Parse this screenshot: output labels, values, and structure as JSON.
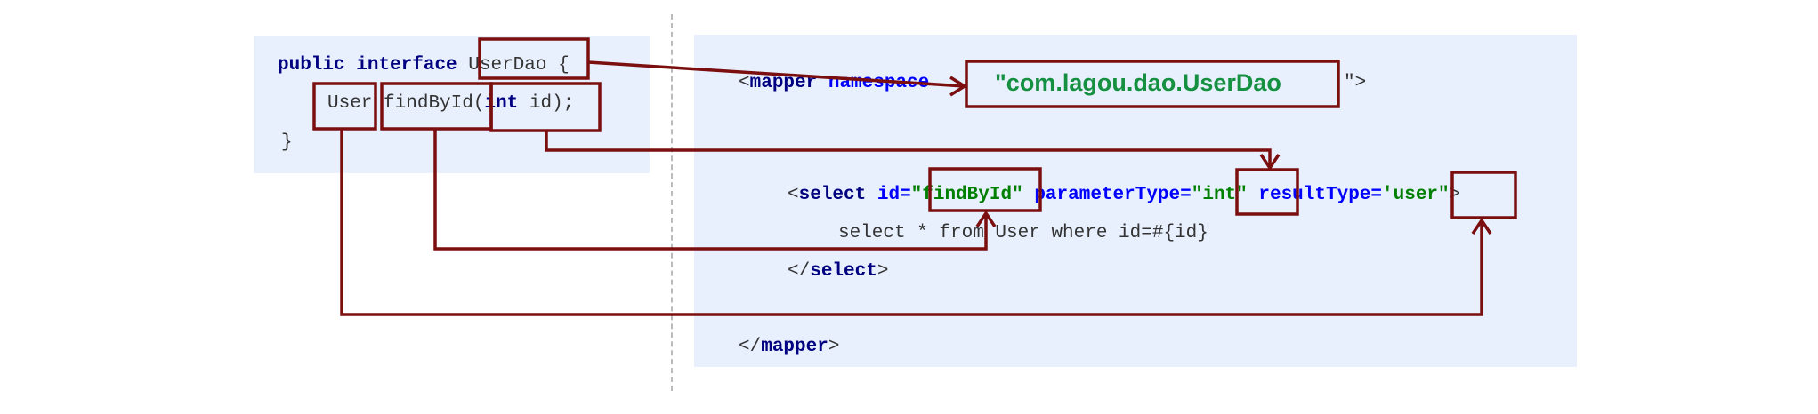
{
  "interface_code": {
    "kw_public": "public",
    "kw_interface": "interface",
    "name": "UserDao",
    "brace_open": "{",
    "return_type": "User",
    "method": "findById",
    "paren_open": "(",
    "kw_int": "int",
    "param": "id",
    "paren_close": ");",
    "brace_close": "}"
  },
  "mapper_xml": {
    "open_lt": "<",
    "mapper_tag": "mapper",
    "namespace_attr": "namespace",
    "eq": "=",
    "namespace_value": "\"com.lagou.dao.UserDao",
    "namespace_close": "\">",
    "select_lt": "<",
    "select_tag": "select",
    "id_attr": "id",
    "id_value": "\"findById\"",
    "param_type_attr": "parameterType",
    "param_type_value": "\"int\"",
    "result_type_attr": "resultType",
    "result_type_value": "'user\"",
    "gt": ">",
    "sql": "select * from User where id=#{id}",
    "select_close_lt": "</",
    "select_close_tag": "select",
    "select_close_gt": ">",
    "mapper_close_lt": "</",
    "mapper_close_tag": "mapper",
    "mapper_close_gt": ">"
  },
  "colors": {
    "panel_bg": "#e8f0fe",
    "highlight_box": "#7b0f0f",
    "keyword": "#000080",
    "attribute": "#0000ff",
    "string": "#008000",
    "namespace_string": "#159040"
  }
}
